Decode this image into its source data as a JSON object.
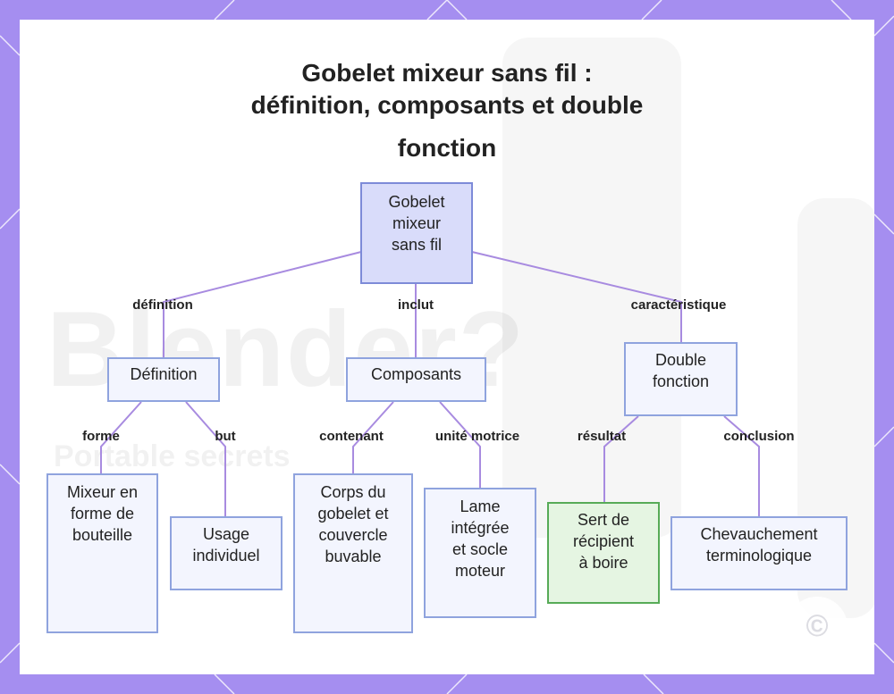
{
  "title": {
    "line1": "Gobelet mixeur sans fil :",
    "line2": "définition, composants et double",
    "line3": "fonction"
  },
  "watermark": {
    "text": "Blender?",
    "subtext": "Portable secrets"
  },
  "nodes": {
    "root": [
      "Gobelet",
      "mixeur",
      "sans fil"
    ],
    "definition": [
      "Définition"
    ],
    "composants": [
      "Composants"
    ],
    "double_fonction": [
      "Double",
      "fonction"
    ],
    "mixeur_forme": [
      "Mixeur en",
      "forme de",
      "bouteille"
    ],
    "usage": [
      "Usage",
      "individuel"
    ],
    "corps": [
      "Corps du",
      "gobelet et",
      "couvercle",
      "buvable"
    ],
    "lame": [
      "Lame",
      "intégrée",
      "et socle",
      "moteur"
    ],
    "sert": [
      "Sert de",
      "récipient",
      "à boire"
    ],
    "chevauchement": [
      "Chevauchement",
      "terminologique"
    ]
  },
  "edges": {
    "definition": "définition",
    "inclut": "inclut",
    "caracteristique": "caractéristique",
    "forme": "forme",
    "but": "but",
    "contenant": "contenant",
    "unite_motrice": "unité motrice",
    "resultat": "résultat",
    "conclusion": "conclusion"
  },
  "colors": {
    "frame": "#a58ef0",
    "edge": "#a88be0",
    "node_border": "#8fa3de",
    "root_fill": "#d9dcfa",
    "highlight_border": "#57ab57",
    "highlight_fill": "#e5f5e2"
  }
}
